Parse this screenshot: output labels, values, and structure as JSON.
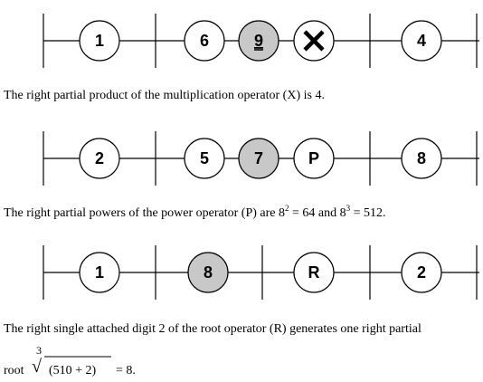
{
  "colors": {
    "line": "#000000",
    "plain_fill": "#ffffff",
    "shaded_fill": "#c8c8c8"
  },
  "diagrams": [
    {
      "beads": [
        {
          "label": "1",
          "shaded": false
        },
        {
          "label": "6",
          "shaded": false
        },
        {
          "label": "9",
          "shaded": true,
          "underline": true
        },
        {
          "label": "✕",
          "shaded": false,
          "icon": "multiply-x-icon"
        },
        {
          "label": "4",
          "shaded": false
        }
      ]
    },
    {
      "beads": [
        {
          "label": "2",
          "shaded": false
        },
        {
          "label": "5",
          "shaded": false
        },
        {
          "label": "7",
          "shaded": true
        },
        {
          "label": "P",
          "shaded": false
        },
        {
          "label": "8",
          "shaded": false
        }
      ]
    },
    {
      "beads": [
        {
          "label": "1",
          "shaded": false
        },
        {
          "label": "8",
          "shaded": true
        },
        {
          "label": "R",
          "shaded": false
        },
        {
          "label": "2",
          "shaded": false
        }
      ]
    }
  ],
  "captions": {
    "c1": "The right partial product of the multiplication operator (X) is 4.",
    "c2_a": "The right partial powers of the power operator (P) are 8",
    "c2_sup1": "2",
    "c2_b": " = 64 and 8",
    "c2_sup2": "3",
    "c2_c": " = 512.",
    "c3": "The right single attached digit 2 of the root operator (R) generates one right partial"
  },
  "root_expression": {
    "prefix": "root",
    "index": "3",
    "radical": "√",
    "radicand": "(510 + 2)",
    "result": "=  8."
  }
}
